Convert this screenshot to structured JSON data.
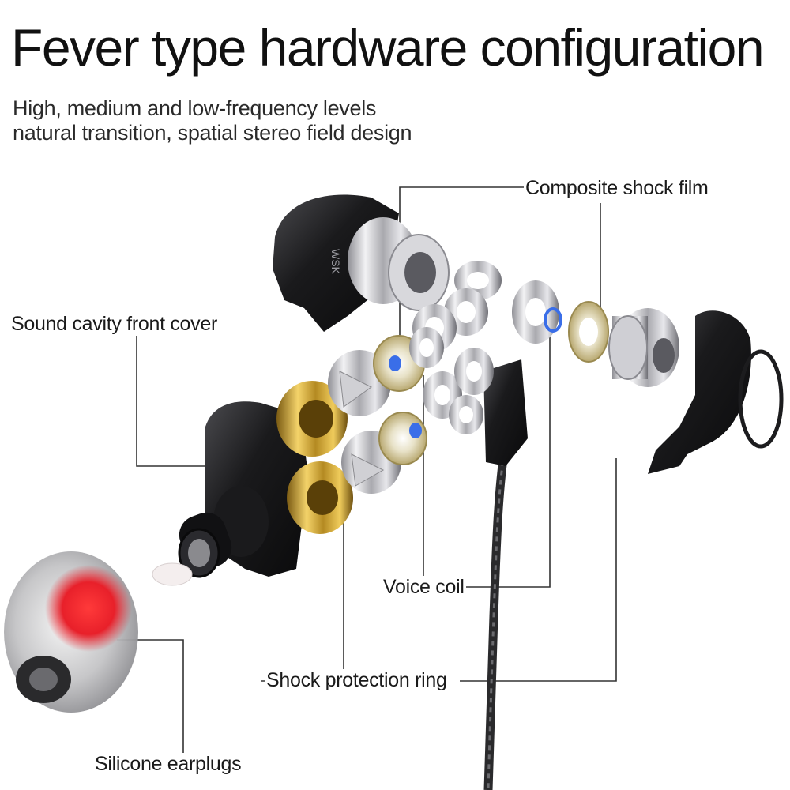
{
  "header": {
    "title": "Fever type hardware configuration",
    "subtitle_line1": "High, medium and low-frequency levels",
    "subtitle_line2": "natural transition, spatial stereo field design"
  },
  "callouts": {
    "composite_shock_film": "Composite shock film",
    "sound_cavity_front_cover": "Sound cavity front cover",
    "voice_coil": "Voice coil",
    "shock_protection_ring": "Shock protection ring",
    "silicone_earplugs": "Silicone earplugs"
  },
  "brand": {
    "housing_logo": "WSK"
  },
  "colors": {
    "background": "#ffffff",
    "text": "#111111",
    "leader_line": "#333333",
    "gold": "#c9a23a",
    "chrome": "#c8c8cc",
    "housing": "#1c1c1e",
    "coil_blue": "#3a6ee8",
    "earplug_red": "#e8202a"
  }
}
